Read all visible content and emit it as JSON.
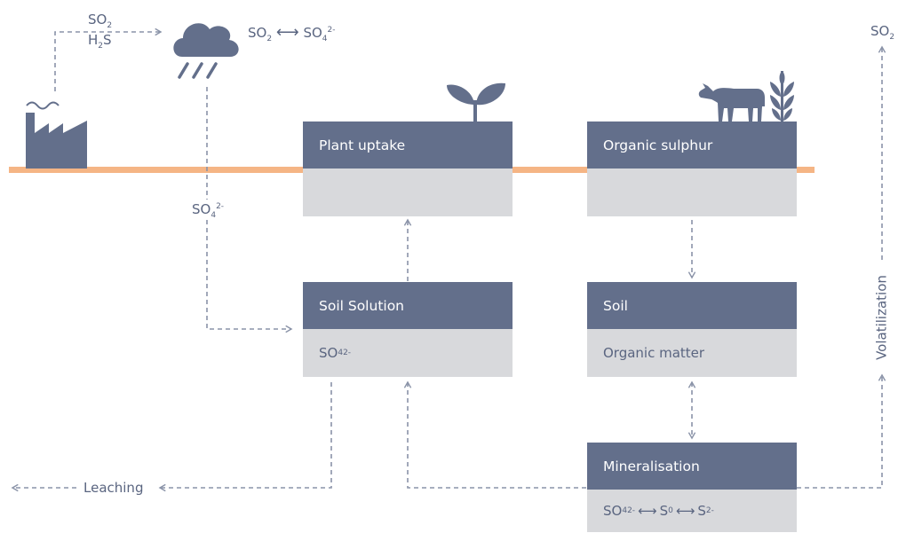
{
  "colors": {
    "box_header": "#636f8b",
    "box_body": "#d8d9dc",
    "ground": "#f5b585",
    "line": "#8a93a8",
    "icon": "#636f8b",
    "text": "#5a6580"
  },
  "emissions": {
    "so2": {
      "base": "SO",
      "sub": "2"
    },
    "h2s": {
      "base": "H",
      "sub": "2",
      "tail": "S"
    }
  },
  "atmosphere": {
    "left": {
      "base": "SO",
      "sub": "2"
    },
    "arrow": "⟷",
    "right": {
      "base": "SO",
      "sub": "4",
      "sup": "2-"
    }
  },
  "deposition": {
    "base": "SO",
    "sub": "4",
    "sup": "2-"
  },
  "volatilization": {
    "label": "Volatilization",
    "top": {
      "base": "SO",
      "sub": "2"
    }
  },
  "leaching": {
    "label": "Leaching"
  },
  "boxes": {
    "plant_uptake": {
      "title": "Plant uptake"
    },
    "organic_sulphur": {
      "title": "Organic sulphur"
    },
    "soil_solution": {
      "title": "Soil Solution",
      "body": {
        "base": "SO",
        "sub": "4",
        "sup": "2-"
      }
    },
    "soil": {
      "title": "Soil",
      "body": "Organic matter"
    },
    "mineralisation": {
      "title": "Mineralisation",
      "body": {
        "a_base": "SO",
        "a_sub": "4",
        "a_sup": "2-",
        "arrow1": "⟷",
        "b_base": "S",
        "b_sup": "0",
        "arrow2": "⟷",
        "c_base": "S",
        "c_sup": "2-"
      }
    }
  },
  "icons": [
    "factory-icon",
    "rain-cloud-icon",
    "plant-sprout-icon",
    "cow-icon",
    "wheat-icon"
  ]
}
